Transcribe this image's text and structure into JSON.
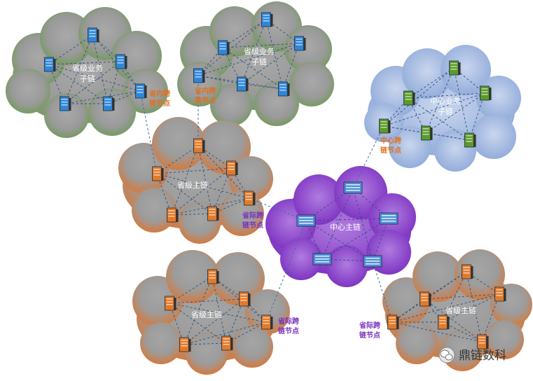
{
  "colors": {
    "green": "#6f9a55",
    "blue": "#8fa9d9",
    "orange": "#d6783a",
    "purple": "#8a3fd1",
    "server_blue": "#2f86d8",
    "server_green": "#5a9a2a",
    "server_orange": "#e27a2a",
    "label_orange": "#e0701f",
    "label_purple": "#7a2fbf"
  },
  "clouds": {
    "green_left": {
      "label_line1": "省级业务",
      "label_line2": "子链"
    },
    "green_right": {
      "label_line1": "省级业务",
      "label_line2": "子链"
    },
    "blue": {
      "label_line1": "中心业务",
      "label_line2": "子链"
    },
    "orange_top": {
      "label": "省级主链"
    },
    "center": {
      "label": "中心主链"
    },
    "orange_bottom_left": {
      "label": "省级主链"
    },
    "orange_bottom_right": {
      "label": "省级主链"
    }
  },
  "cross_labels": {
    "intra1": {
      "line1": "省内跨",
      "line2": "链节点"
    },
    "intra2": {
      "line1": "省内跨",
      "line2": "链节点"
    },
    "center_cross": {
      "line1": "中心跨",
      "line2": "链节点"
    },
    "inter1": {
      "line1": "省际跨",
      "line2": "链节点"
    },
    "inter2": {
      "line1": "省际跨",
      "line2": "链节点"
    },
    "inter3": {
      "line1": "省际跨",
      "line2": "链节点"
    }
  },
  "watermark": {
    "text": "鼎链数科",
    "icon": "wechat-icon"
  }
}
